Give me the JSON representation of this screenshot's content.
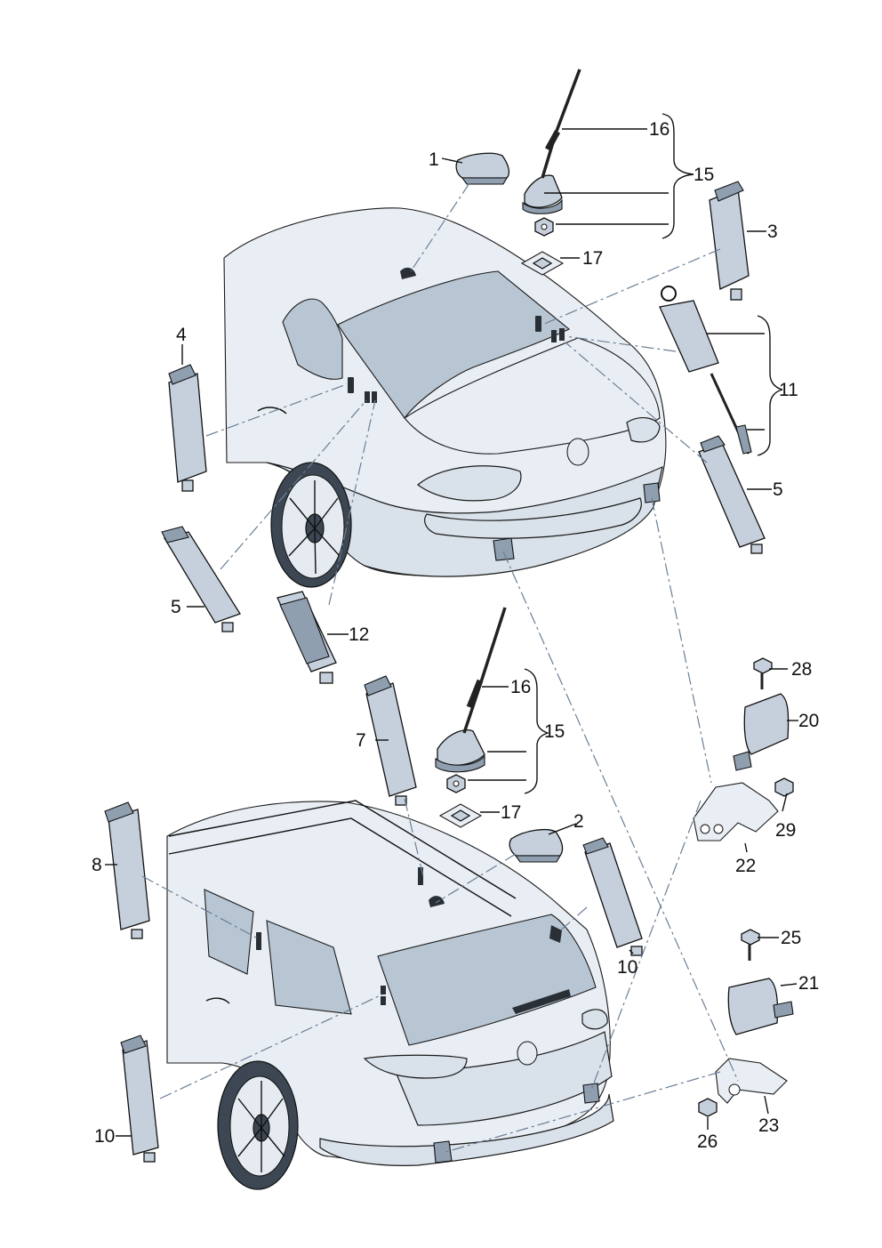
{
  "labels": {
    "l1": "1",
    "l2": "2",
    "l3": "3",
    "l4": "4",
    "l5a": "5",
    "l5b": "5",
    "l7": "7",
    "l8": "8",
    "l10a": "10",
    "l10b": "10",
    "l11": "11",
    "l12": "12",
    "l15a": "15",
    "l15b": "15",
    "l16a": "16",
    "l16b": "16",
    "l17a": "17",
    "l17b": "17",
    "l20": "20",
    "l21": "21",
    "l22": "22",
    "l23": "23",
    "l25": "25",
    "l26": "26",
    "l28": "28",
    "l29": "29"
  },
  "icons": {
    "sedan": "sedan-rear-view-icon",
    "estate": "estate-rear-view-icon",
    "antenna": "rod-antenna-icon",
    "shark_fin": "shark-fin-antenna-icon",
    "aerial_module": "aerial-module-icon",
    "bolt": "bolt-icon",
    "nut": "nut-icon",
    "washer": "washer-icon",
    "bracket": "bracket-icon",
    "sensor": "sensor-unit-icon"
  },
  "colors": {
    "body": "#d9e1ea",
    "glass": "#b8c5d3",
    "part": "#c5d0dc",
    "dash_line": "#6b7f95"
  }
}
